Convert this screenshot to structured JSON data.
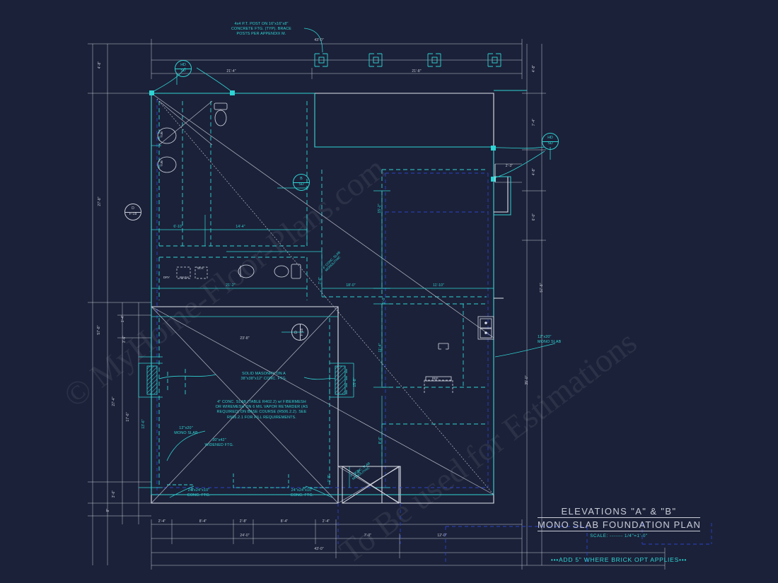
{
  "sheet": {
    "background": "#1b2138",
    "accent_cyan": "#2fd4d4",
    "line_gray": "#c9ccd8",
    "line_blue": "#2b44c8"
  },
  "title_block": {
    "line1": "ELEVATIONS \"A\" & \"B\"",
    "line2": "MONO SLAB FOUNDATION PLAN",
    "scale": "SCALE: ------- 1/4\"=1'-0\"",
    "note": "•••ADD 5\" WHERE BRICK OPT APPLIES•••"
  },
  "watermark": {
    "line1": "© MyHome-Floor-Plans.com",
    "line2": "To Be used for Estimations"
  },
  "notes": [
    {
      "id": "post-note",
      "text": "4x4 P.T. POST ON 16\"x16\"x8\"\nCONCRETE FTG. (TYP). BRACE\nPOSTS PER APPENDIX M."
    },
    {
      "id": "masonry-note",
      "text": "SOLID MASONRY ON A\n38\"x38\"x12\" CONC. FTG."
    },
    {
      "id": "slab-note",
      "text": "4\" CONC. SLAB (TABLE R402.2) w/ FIBERMESH\nOR WIREMESH ON 6 MIL VAPOR RETARDER (AS\nREQUIRED) ON BASE COURSE (R506.2.2). SEE\nR506.2.1 FOR FILL REQUIREMENTS."
    },
    {
      "id": "mono-slab-left",
      "text": "12\"x20\"\nMONO SLAB"
    },
    {
      "id": "mono-slab-right",
      "text": "12\"x20\"\nMONO SLAB"
    },
    {
      "id": "widened-ftg",
      "text": "30\"x42\"\nWIDENED FTG."
    },
    {
      "id": "conc-ftg-left",
      "text": "24\"x24\"x10\"\nCONC. FTG."
    },
    {
      "id": "conc-ftg-right",
      "text": "24\"x24\"x10\"\nCONC. FTG."
    },
    {
      "id": "porch-slab-note",
      "text": "4\" CONC. SLAB\nMONOLITHIC"
    },
    {
      "id": "garage-slab-note",
      "text": "4\" CONC. SLAB\nMONOLITHIC"
    }
  ],
  "bubbles": [
    {
      "id": "hd-sd-top-left",
      "top": "HD",
      "bottom": "SD",
      "color": "cyan"
    },
    {
      "id": "hd-sd-right",
      "top": "HD",
      "bottom": "SD",
      "color": "cyan"
    },
    {
      "id": "b-sd-center",
      "top": "B",
      "bottom": "SD",
      "color": "cyan"
    },
    {
      "id": "d-f18-left",
      "top": "D",
      "bottom": "F-18",
      "color": "gray"
    },
    {
      "id": "d-f18-center",
      "top": "D",
      "bottom": "F-18",
      "color": "gray"
    }
  ],
  "appliances": [
    {
      "id": "dryer",
      "label": "DRY"
    },
    {
      "id": "washer",
      "label": "WASH"
    },
    {
      "id": "water-heater",
      "label": "W.H."
    },
    {
      "id": "refrigerator",
      "label": "REF."
    },
    {
      "id": "tub-upper",
      "label": "TUB"
    },
    {
      "id": "tub-lower",
      "label": "TUB"
    }
  ],
  "dimensions": {
    "top": [
      {
        "id": "overall-top",
        "text": "43'-0\""
      },
      {
        "id": "top-left-bay",
        "text": "21'-4\""
      },
      {
        "id": "top-right-bay",
        "text": "21'-8\""
      }
    ],
    "left": [
      {
        "id": "left-4-8",
        "text": "4'-8\""
      },
      {
        "id": "left-27-8",
        "text": "27'-8\""
      },
      {
        "id": "left-overall-57-8",
        "text": "57'-8\""
      },
      {
        "id": "left-1-4",
        "text": "1'-4\""
      },
      {
        "id": "left-3-6-upper",
        "text": "3'-6\""
      },
      {
        "id": "left-27-4",
        "text": "27'-4\""
      },
      {
        "id": "left-17-6",
        "text": "17'-6\""
      },
      {
        "id": "left-13-6",
        "text": "13'-6\""
      },
      {
        "id": "left-3-6-lower",
        "text": "3'-6\""
      },
      {
        "id": "left-8in",
        "text": "8\""
      }
    ],
    "right": [
      {
        "id": "right-4-8-top",
        "text": "4'-8\""
      },
      {
        "id": "right-7-4",
        "text": "7'-4\""
      },
      {
        "id": "right-2-3",
        "text": "2'-3\""
      },
      {
        "id": "right-4-8-mid",
        "text": "4'-8\""
      },
      {
        "id": "right-6-0",
        "text": "6'-0\""
      },
      {
        "id": "right-overall-57-8",
        "text": "57'-8\""
      },
      {
        "id": "right-35-0",
        "text": "35'-0\""
      }
    ],
    "bottom": [
      {
        "id": "bot-2-4-a",
        "text": "2'-4\""
      },
      {
        "id": "bot-8-4-a",
        "text": "8'-4\""
      },
      {
        "id": "bot-2-8",
        "text": "2'-8\""
      },
      {
        "id": "bot-8-4-b",
        "text": "8'-4\""
      },
      {
        "id": "bot-2-4-b",
        "text": "2'-4\""
      },
      {
        "id": "bot-24-0",
        "text": "24'-0\""
      },
      {
        "id": "bot-7-0",
        "text": "7'-0\""
      },
      {
        "id": "bot-12-0",
        "text": "12'-0\""
      },
      {
        "id": "bot-overall-43-0",
        "text": "43'-0\""
      }
    ],
    "interior": [
      {
        "id": "int-6-10",
        "text": "6'-10\""
      },
      {
        "id": "int-14-4",
        "text": "14'-4\""
      },
      {
        "id": "int-21-2",
        "text": "21'-2\""
      },
      {
        "id": "int-7-6",
        "text": "7'-6\""
      },
      {
        "id": "int-15-2",
        "text": "15'-2\""
      },
      {
        "id": "int-18-0",
        "text": "18'-0\""
      },
      {
        "id": "int-11-10",
        "text": "11'-10\""
      },
      {
        "id": "int-5-0",
        "text": "5'-0\""
      },
      {
        "id": "int-11-4",
        "text": "11'-4\""
      },
      {
        "id": "int-8-6",
        "text": "8'-6\""
      },
      {
        "id": "int-23-8",
        "text": "23'-8\""
      },
      {
        "id": "int-15-8",
        "text": "15'-8\""
      },
      {
        "id": "int-1-8",
        "text": "1'-8\""
      },
      {
        "id": "int-porch-7-4",
        "text": "7'-4\""
      }
    ]
  }
}
